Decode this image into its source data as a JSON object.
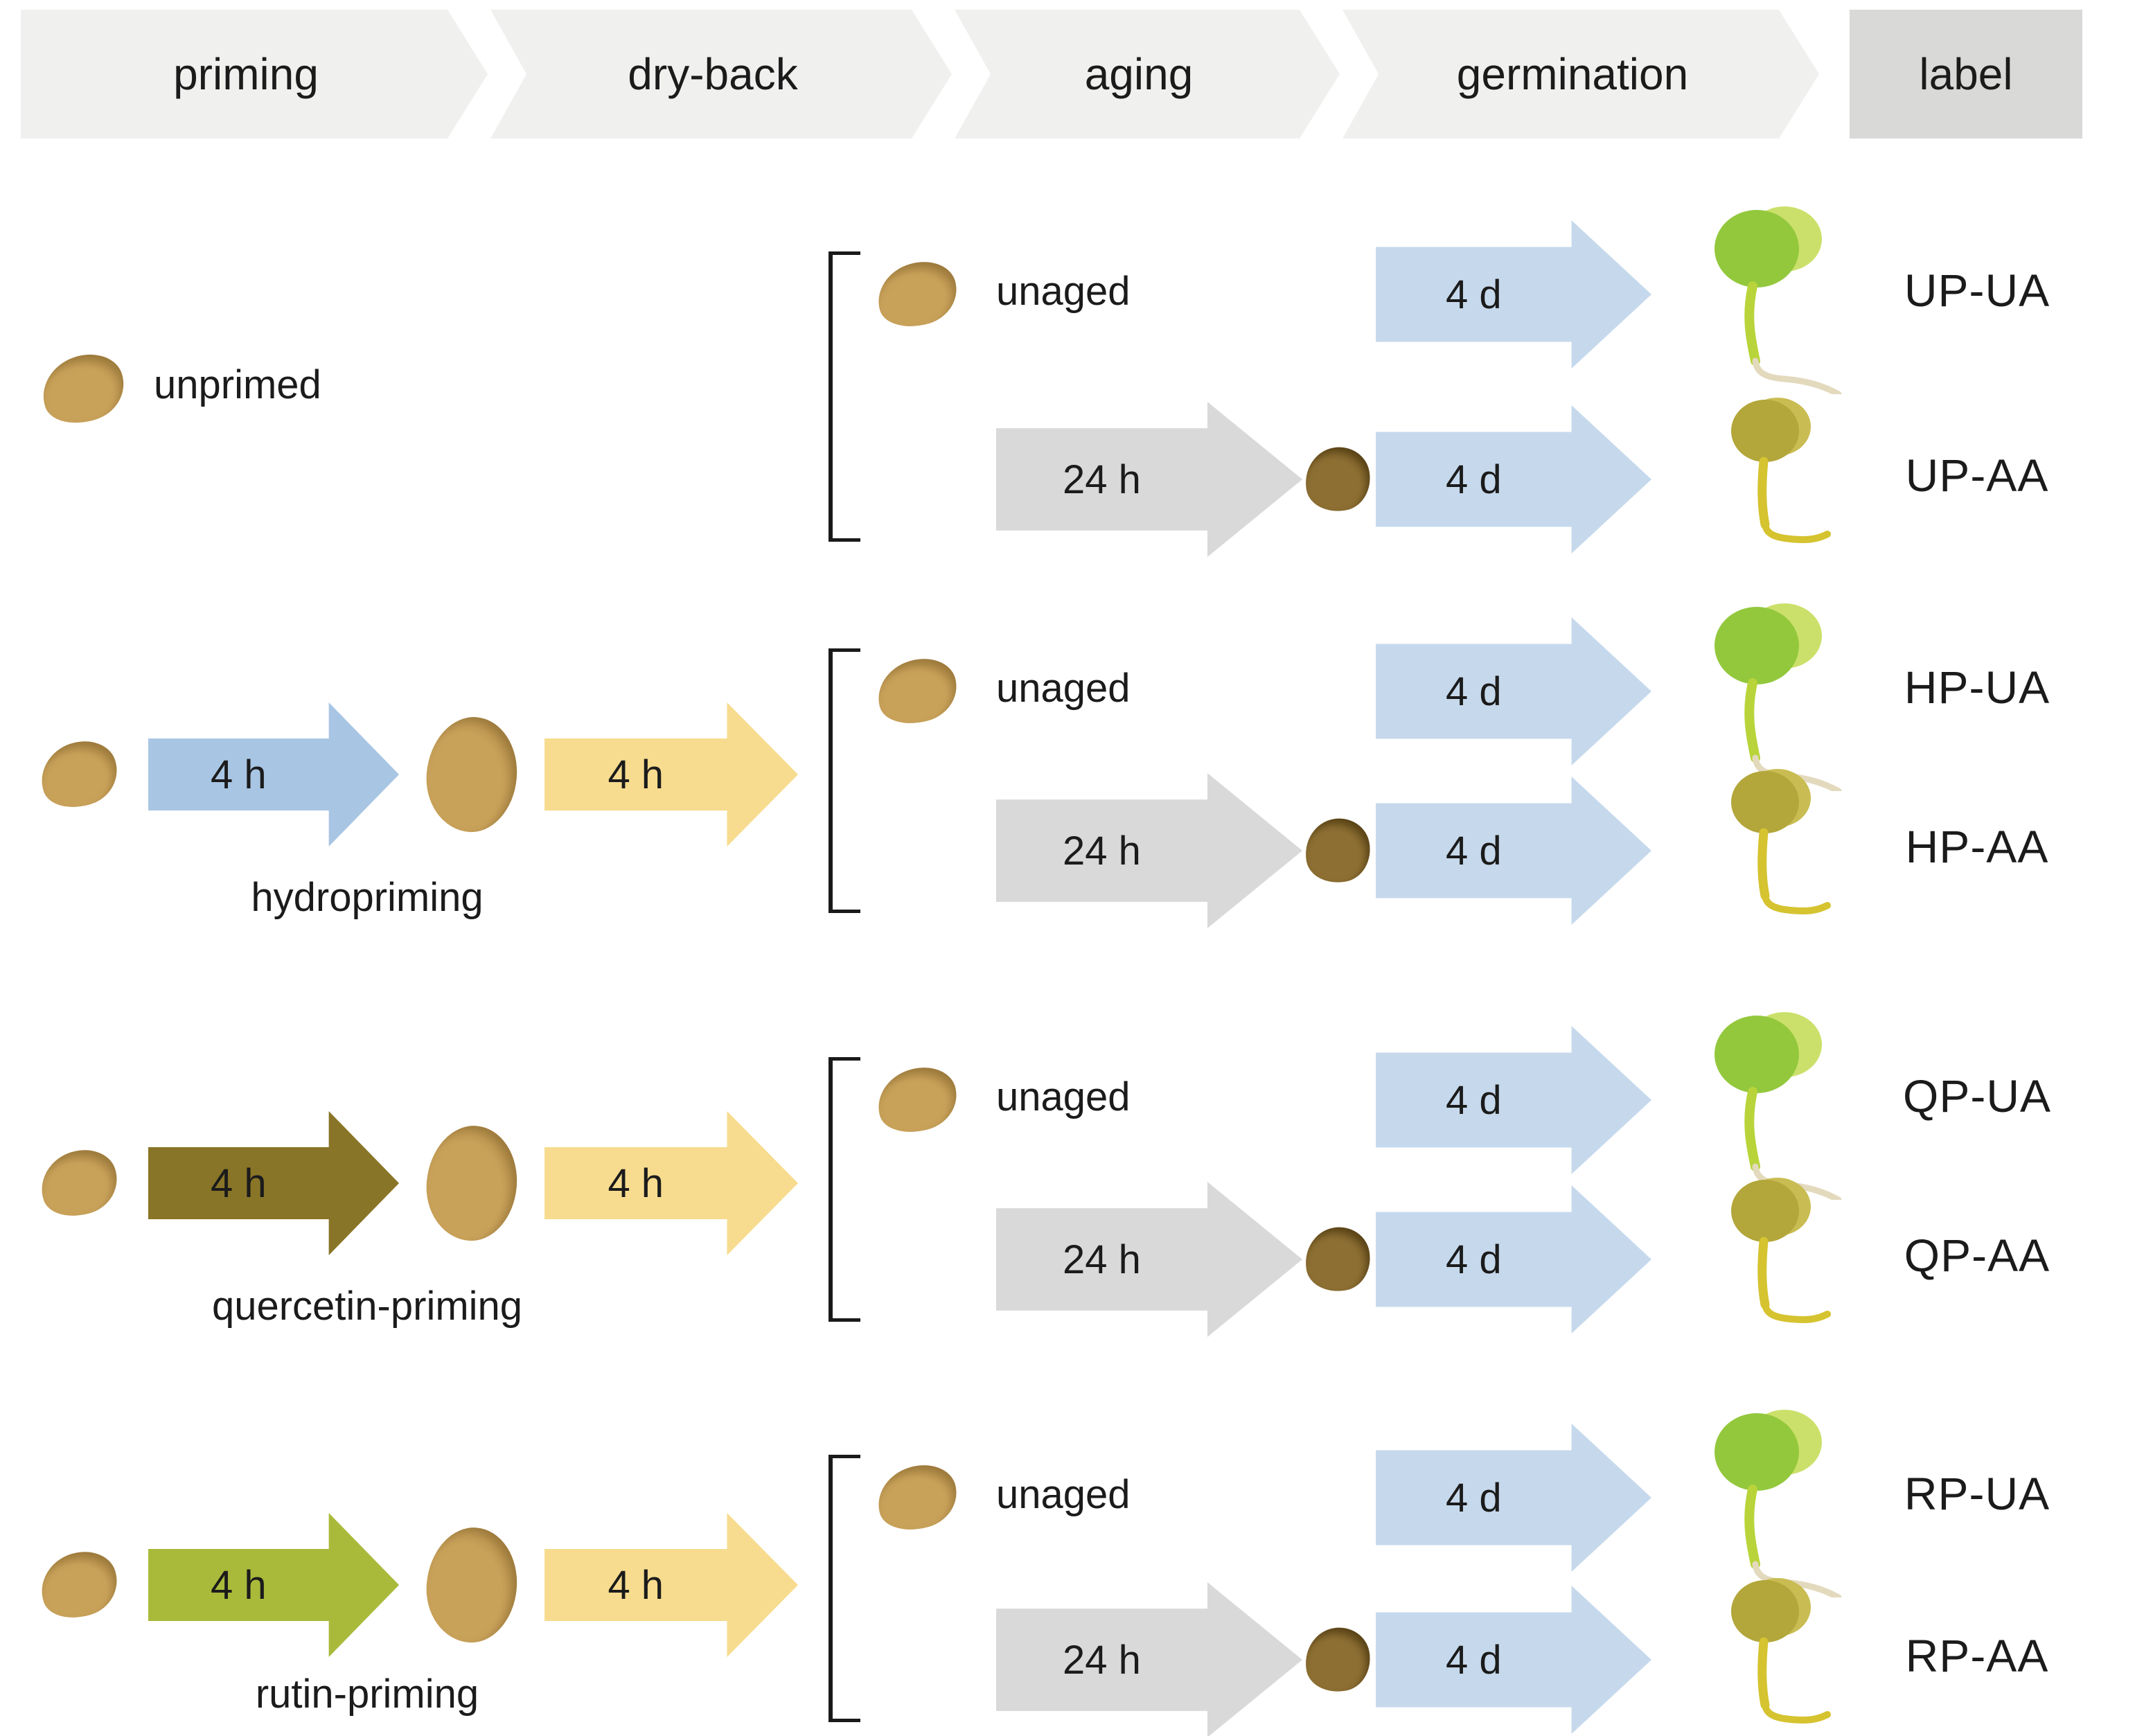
{
  "header": {
    "steps": [
      {
        "label": "priming"
      },
      {
        "label": "dry-back"
      },
      {
        "label": "aging"
      },
      {
        "label": "germination"
      }
    ],
    "label_column": "label"
  },
  "rows": [
    {
      "name": "unprimed",
      "unaged_label": "unaged",
      "aging_duration": "24 h",
      "germination_duration_unaged": "4 d",
      "germination_duration_aged": "4 d",
      "label_unaged": "UP-UA",
      "label_aged": "UP-AA"
    },
    {
      "name": "hydropriming",
      "priming_duration": "4 h",
      "dryback_duration": "4 h",
      "unaged_label": "unaged",
      "aging_duration": "24 h",
      "germination_duration_unaged": "4 d",
      "germination_duration_aged": "4 d",
      "label_unaged": "HP-UA",
      "label_aged": "HP-AA"
    },
    {
      "name": "quercetin-priming",
      "priming_duration": "4 h",
      "dryback_duration": "4 h",
      "unaged_label": "unaged",
      "aging_duration": "24 h",
      "germination_duration_unaged": "4 d",
      "germination_duration_aged": "4 d",
      "label_unaged": "QP-UA",
      "label_aged": "QP-AA"
    },
    {
      "name": "rutin-priming",
      "priming_duration": "4 h",
      "dryback_duration": "4 h",
      "unaged_label": "unaged",
      "aging_duration": "24 h",
      "germination_duration_unaged": "4 d",
      "germination_duration_aged": "4 d",
      "label_unaged": "RP-UA",
      "label_aged": "RP-AA"
    }
  ],
  "colors": {
    "text": "#1b1b1b",
    "chevron_gray": "#f0f0ef",
    "label_box_gray": "#d9d9d8",
    "hydro_blue": "#a8c5e3",
    "germination_blue": "#c6d9ec",
    "dryback_yellow": "#f7dc8f",
    "aging_gray": "#d9d9d9",
    "quercetin_olive": "#897527",
    "rutin_green": "#a9ba3b",
    "seed_tan": "#c9a25a",
    "seed_aged_brown": "#8d6f33",
    "halo_green": "#cbe06a",
    "cotyledon_green": "#93c83d",
    "stem_green": "#b8d43a",
    "root_beige": "#e3d9bd",
    "halo_olive": "#c9bc52",
    "cotyledon_olive": "#b3a63a",
    "stem_olive": "#d5c330"
  }
}
